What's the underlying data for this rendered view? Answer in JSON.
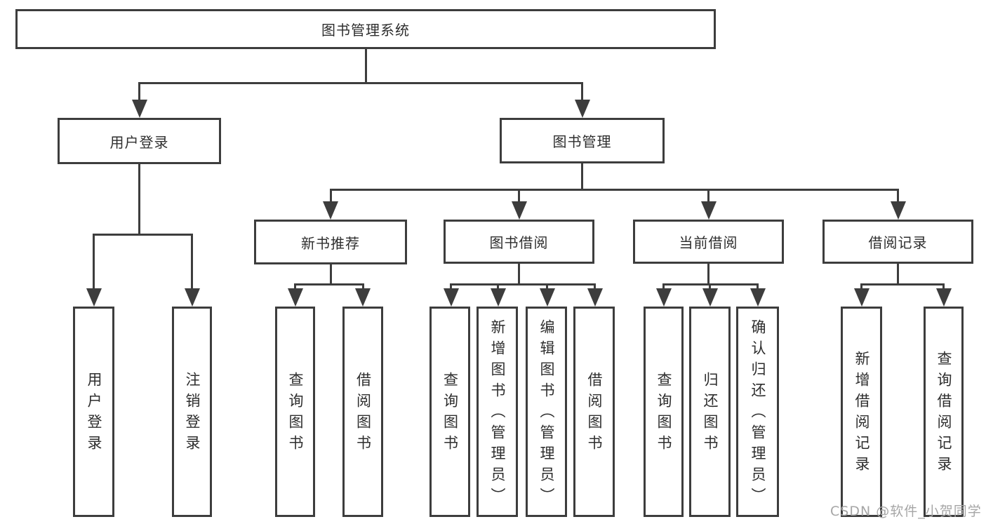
{
  "nodes": {
    "root": "图书管理系统",
    "level2": {
      "user_login": "用户登录",
      "book_mgmt": "图书管理"
    },
    "level3": {
      "new_book_rec": "新书推荐",
      "book_borrow": "图书借阅",
      "current_borrow": "当前借阅",
      "borrow_record": "借阅记录"
    },
    "leaves": {
      "user_login": "用户登录",
      "logout": "注销登录",
      "query_book_rec": "查询图书",
      "borrow_book_rec": "借阅图书",
      "query_book_borrow": "查询图书",
      "add_book_admin": "新增图书（管理员）",
      "edit_book_admin": "编辑图书（管理员）",
      "borrow_book_borrow": "借阅图书",
      "query_book_current": "查询图书",
      "return_book": "归还图书",
      "confirm_return_admin": "确认归还（管理员）",
      "add_borrow_record": "新增借阅记录",
      "query_borrow_record": "查询借阅记录"
    }
  },
  "watermark": "CSDN @软件_小贺同学",
  "colors": {
    "line": "#3d3d3d",
    "text": "#2e2e2e",
    "watermark": "#a6a6a6",
    "background": "#ffffff"
  }
}
